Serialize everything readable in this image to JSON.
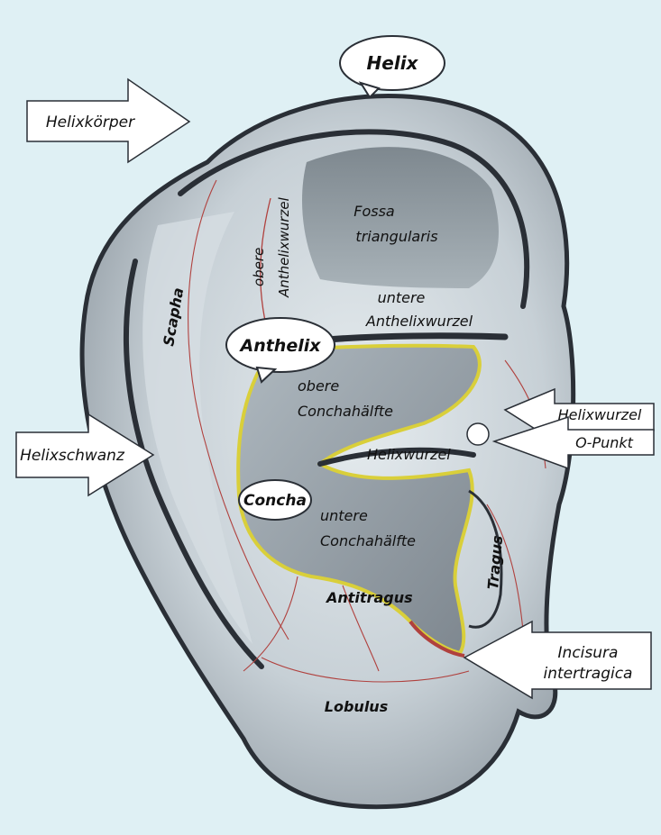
{
  "colors": {
    "background": "#dff0f4",
    "ear_skin": "#c9d2d8",
    "outline": "#2a2f36",
    "red_lines": "#b0413e",
    "yellow_outline": "#d9cf3a"
  },
  "callouts": {
    "helix": "Helix",
    "anthelix": "Anthelix",
    "concha": "Concha"
  },
  "arrows": {
    "helixkoerper": "Helixkörper",
    "helixschwanz": "Helixschwanz",
    "helixwurzel": "Helixwurzel",
    "o_punkt": "O-Punkt",
    "incisura_line1": "Incisura",
    "incisura_line2": "intertragica"
  },
  "regions": {
    "fossa_line1": "Fossa",
    "fossa_line2": "triangularis",
    "obere_anthelix_line1": "obere",
    "obere_anthelix_line2": "Anthelixwurzel",
    "untere_anthelix_line1": "untere",
    "untere_anthelix_line2": "Anthelixwurzel",
    "scapha": "Scapha",
    "obere_concha_line1": "obere",
    "obere_concha_line2": "Conchahälfte",
    "helixwurzel_inner": "Helixwurzel",
    "untere_concha_line1": "untere",
    "untere_concha_line2": "Conchahälfte",
    "tragus": "Tragus",
    "antitragus": "Antitragus",
    "lobulus": "Lobulus"
  }
}
